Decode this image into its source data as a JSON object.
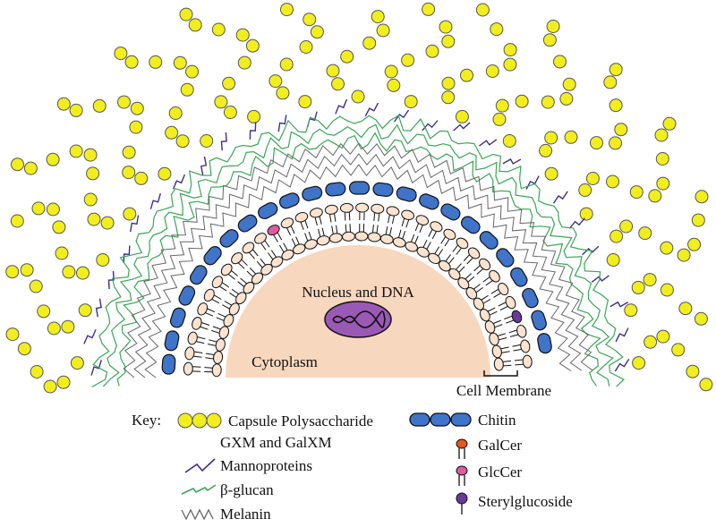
{
  "labels": {
    "nucleus": "Nucleus and DNA",
    "cytoplasm": "Cytoplasm",
    "cell_membrane": "Cell Membrane"
  },
  "key": {
    "title": "Key:",
    "capsule_line1": "Capsule Polysaccharide",
    "capsule_line2": "GXM and GalXM",
    "mannoproteins": "Mannoproteins",
    "beta_glucan": "β-glucan",
    "melanin": "Melanin",
    "chitin": "Chitin",
    "galcer": "GalCer",
    "glccer": "GlcCer",
    "sterylglucoside": "Sterylglucoside"
  },
  "colors": {
    "capsule_bead": "#f2ee1e",
    "chitin": "#3f74c8",
    "cytoplasm": "#f8d7bf",
    "nucleus": "#9b59b6",
    "mannoprotein": "#3b2f8a",
    "beta_glucan": "#3aa655",
    "melanin": "#666666",
    "lipid_head": "#fbe3cf",
    "galcer": "#e8561e",
    "glccer": "#e05aa3",
    "sterylglucoside": "#6a3a9a"
  }
}
